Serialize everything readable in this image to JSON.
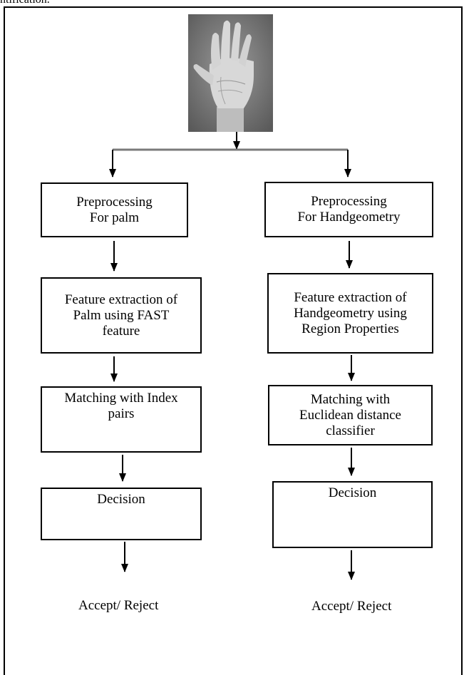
{
  "caption_fragment": "ntification.",
  "hand_image": {
    "icon": "palm-hand-photo"
  },
  "left_branch": {
    "preprocessing": "Preprocessing\nFor palm",
    "feature_extraction": "Feature extraction of\nPalm using FAST\nfeature",
    "matching": "Matching with Index\npairs",
    "decision": "Decision",
    "result": "Accept/ Reject"
  },
  "right_branch": {
    "preprocessing": "Preprocessing\nFor Handgeometry",
    "feature_extraction": "Feature extraction of\nHandgeometry using\nRegion Properties",
    "matching": "Matching with\nEuclidean distance\nclassifier",
    "decision": "Decision",
    "result": "Accept/ Reject"
  },
  "colors": {
    "line": "#000000",
    "background": "#ffffff"
  }
}
